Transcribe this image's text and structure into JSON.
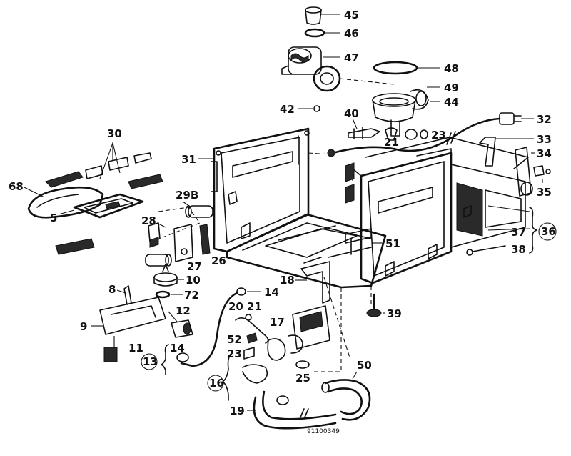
{
  "drawing_code": "91100349",
  "callouts": [
    {
      "id": "c45",
      "text": "45"
    },
    {
      "id": "c46",
      "text": "46"
    },
    {
      "id": "c47",
      "text": "47"
    },
    {
      "id": "c48",
      "text": "48"
    },
    {
      "id": "c49",
      "text": "49"
    },
    {
      "id": "c44",
      "text": "44"
    },
    {
      "id": "c42",
      "text": "42"
    },
    {
      "id": "c40",
      "text": "40"
    },
    {
      "id": "c21a",
      "text": "21"
    },
    {
      "id": "c23a",
      "text": "23"
    },
    {
      "id": "c32",
      "text": "32"
    },
    {
      "id": "c33",
      "text": "33"
    },
    {
      "id": "c34",
      "text": "34"
    },
    {
      "id": "c35",
      "text": "35"
    },
    {
      "id": "c30",
      "text": "30"
    },
    {
      "id": "c31",
      "text": "31"
    },
    {
      "id": "c68",
      "text": "68"
    },
    {
      "id": "c5",
      "text": "5"
    },
    {
      "id": "c29b",
      "text": "29B"
    },
    {
      "id": "c28",
      "text": "28"
    },
    {
      "id": "c27",
      "text": "27"
    },
    {
      "id": "c26",
      "text": "26"
    },
    {
      "id": "c10",
      "text": "10"
    },
    {
      "id": "c72",
      "text": "72"
    },
    {
      "id": "c8",
      "text": "8"
    },
    {
      "id": "c12",
      "text": "12"
    },
    {
      "id": "c9",
      "text": "9"
    },
    {
      "id": "c11",
      "text": "11"
    },
    {
      "id": "c14a",
      "text": "14"
    },
    {
      "id": "c13",
      "text": "13"
    },
    {
      "id": "c14b",
      "text": "14"
    },
    {
      "id": "c20",
      "text": "20"
    },
    {
      "id": "c21b",
      "text": "21"
    },
    {
      "id": "c52",
      "text": "52"
    },
    {
      "id": "c23b",
      "text": "23"
    },
    {
      "id": "c16",
      "text": "16"
    },
    {
      "id": "c19",
      "text": "19"
    },
    {
      "id": "c17",
      "text": "17"
    },
    {
      "id": "c25",
      "text": "25"
    },
    {
      "id": "c50",
      "text": "50"
    },
    {
      "id": "c18",
      "text": "18"
    },
    {
      "id": "c39",
      "text": "39"
    },
    {
      "id": "c51",
      "text": "51"
    },
    {
      "id": "c37",
      "text": "37"
    },
    {
      "id": "c36",
      "text": "36"
    },
    {
      "id": "c38",
      "text": "38"
    }
  ]
}
